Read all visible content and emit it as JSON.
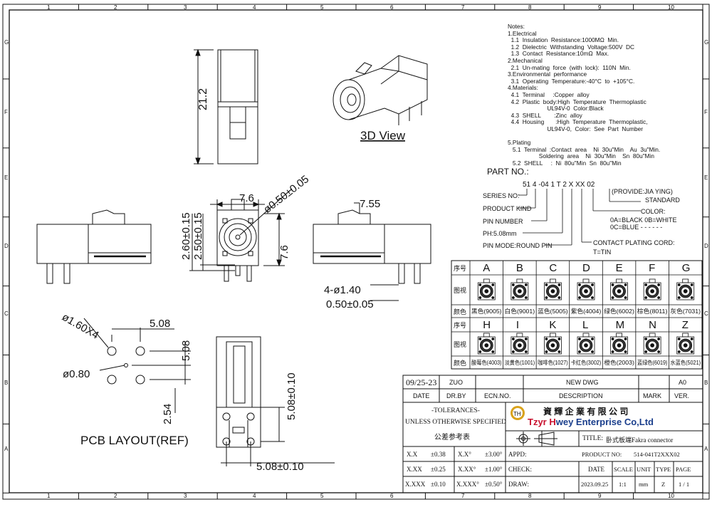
{
  "border": {
    "cols": [
      "1",
      "2",
      "3",
      "4",
      "5",
      "6",
      "7",
      "8",
      "9",
      "10"
    ],
    "rows": [
      "G",
      "F",
      "E",
      "D",
      "C",
      "B",
      "A"
    ]
  },
  "notes": [
    "Notes:",
    "1.Electrical",
    "  1.1  Insulation  Resistance:1000MΩ  Min.",
    "  1.2  Dielectric  Withstanding  Voltage:500V  DC",
    "  1.3  Contact  Resistance:10mΩ  Max.",
    "2.Mechanical",
    "  2.1  Un-mating  force  (with  lock):  110N  Min.",
    "3.Environmental  performance",
    "  3.1  Operating  Temperature:-40°C  to  +105°C.",
    "4.Materials:",
    "  4.1  Terminal     :Copper  alloy",
    "  4.2  Plastic  body:High  Temperature  Thermoplastic",
    "                        UL94V-0  Color:Black",
    "  4.3  SHELL        :Zinc  alloy",
    "  4.4  Housing       :High  Temperature  Thermoplastic,",
    "                        UL94V-0,  Color:  See  Part  Number",
    "",
    "5.Plating",
    "   5.1  Terminal  :Contact  area    Ni  30u\"Min    Au  3u\"Min.",
    "                   Soldering  area    Ni  30u\"Min    Sn  80u\"Min",
    "   5.2  SHELL     :  Ni  80u\"Min  Sn  80u\"Min"
  ],
  "view3d_label": "3D View",
  "part_no": {
    "title": "PART  NO.:",
    "code": "51  4  -04  1  T  2  X  XX  02",
    "labels": {
      "series": "SERIES  NO:",
      "kind": "PRODUCT  KIND",
      "pin_number": "PIN  NUMBER",
      "ph": "PH:5.08mm",
      "pin_mode": "PIN  MODE:ROUND  PIN",
      "contact_plating": "CONTACT  PLATING  CORD:",
      "tin": "T=TIN",
      "color": "COLOR:",
      "color_opts1": "0A=BLACK  0B=WHITE",
      "color_opts2": "0C=BLUE  - - - - - -",
      "provide": "(PROVIDE:JIA  YING)",
      "standard": "STANDARD"
    }
  },
  "color_table": {
    "row_seq": "序号",
    "row_fig": "图视",
    "row_color": "颜色",
    "top_letters": [
      "A",
      "B",
      "C",
      "D",
      "E",
      "F",
      "G"
    ],
    "top_colors": [
      "黑色(9005)",
      "白色(9001)",
      "蓝色(5005)",
      "紫色(4004)",
      "绿色(6002)",
      "棕色(8011)",
      "灰色(7031)"
    ],
    "bottom_letters": [
      "H",
      "I",
      "K",
      "L",
      "M",
      "N",
      "Z"
    ],
    "bottom_colors": [
      "酸莓色(4003)",
      "淡黄色(1001)",
      "咖啡色(1027)",
      "卡红色(3002)",
      "橙色(2003)",
      "蓝绿色(6019)",
      "水蓝色(5021)"
    ]
  },
  "dims": {
    "d21_2": "21.2",
    "d7_6a": "7.6",
    "d7_6b": "7.6",
    "d260": "2.60±0.15",
    "d250": "2.50±0.15",
    "d050": "ø0.50±0.05",
    "d755": "7.55",
    "d4140": "4-ø1.40",
    "d050b": "0.50±0.05",
    "pcb_d160": "ø1.60X4",
    "pcb_508a": "5.08",
    "pcb_508b": "5.08",
    "pcb_080": "ø0.80",
    "pcb_254": "2.54",
    "pcb_label": "PCB  LAYOUT(REF)",
    "bot_508v": "5.08±0.10",
    "bot_508h": "5.08±0.10"
  },
  "titleblock": {
    "rev_date": "09/25-23",
    "rev_by": "ZUO",
    "rev_desc": "NEW  DWG",
    "rev_ver": "A0",
    "h_date": "DATE",
    "h_drby": "DR.BY",
    "h_ecn": "ECN.NO.",
    "h_desc": "DESCRIPTION",
    "h_mark": "MARK",
    "h_ver": "VER.",
    "tol1": "-TOLERANCES-",
    "tol2": "UNLESS  OTHERWISE  SPECIFIED",
    "tol3": "公差参考表",
    "company_cn": "資 輝 企 業 有 限 公 司",
    "company_en_a": "Tzyr ",
    "company_en_b": "H",
    "company_en_c": "wey Enterprise Co,Ltd",
    "title_lbl": "TITLE:",
    "title_val": "卧式板端Fakra  connector",
    "tol_rows": [
      [
        "X.X",
        "±0.38",
        "X.X°",
        "±3.00°"
      ],
      [
        "X.XX",
        "±0.25",
        "X.XX°",
        "±1.00°"
      ],
      [
        "X.XXX",
        "±0.10",
        "X.XXX°",
        "±0.50°"
      ]
    ],
    "appd": "APPD:",
    "check": "CHECK:",
    "draw": "DRAW:",
    "product_no_lbl": "PRODUCT NO:",
    "product_no": "514-041T2XXX02",
    "h2_date": "DATE",
    "h2_scale": "SCALE",
    "h2_unit": "UNIT",
    "h2_type": "TYPE",
    "h2_page": "PAGE",
    "v_date": "2023.09.25",
    "v_scale": "1:1",
    "v_unit": "mm",
    "v_type": "Z",
    "v_page": "1 / 1",
    "logo_text": "TH"
  },
  "colors": {
    "line": "#111111",
    "logo_gold": "#d9a21b",
    "company_red": "#c8102e",
    "company_blue": "#1a3e8c"
  }
}
